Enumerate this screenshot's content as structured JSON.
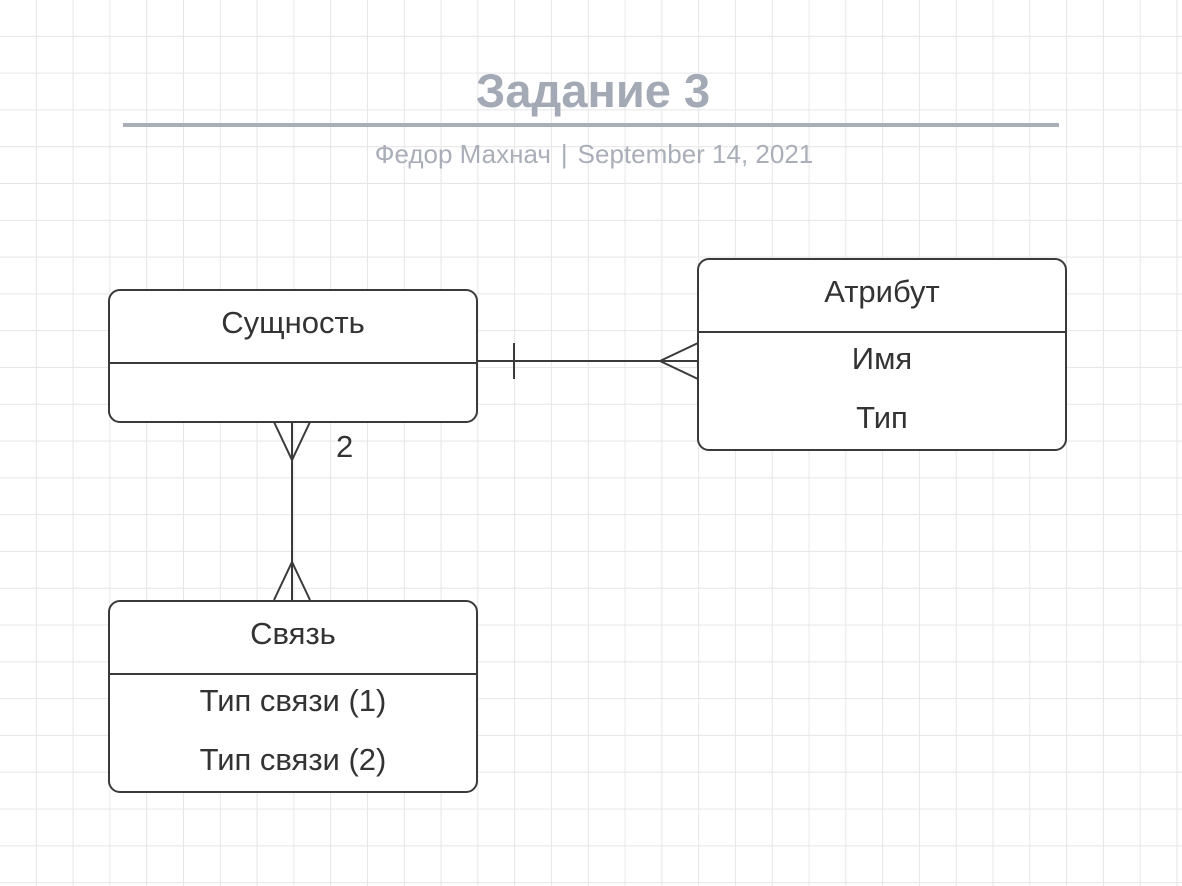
{
  "header": {
    "title": "Задание 3",
    "author": "Федор Махнач",
    "separator": "|",
    "date": "September 14, 2021"
  },
  "entities": [
    {
      "name": "Сущность",
      "fields": []
    },
    {
      "name": "Атрибут",
      "fields": [
        "Имя",
        "Тип"
      ]
    },
    {
      "name": "Связь",
      "fields": [
        "Тип связи (1)",
        "Тип связи (2)"
      ]
    }
  ],
  "relationships": [
    {
      "from": "Сущность",
      "to": "Атрибут",
      "from_end": "one",
      "to_end": "many"
    },
    {
      "from": "Сущность",
      "to": "Связь",
      "from_end": "many",
      "to_end": "many",
      "label": "2"
    }
  ],
  "colors": {
    "title": "#a3a9b5",
    "line": "#3a3a3a",
    "text": "#333333",
    "grid": "#e6e6e6"
  }
}
